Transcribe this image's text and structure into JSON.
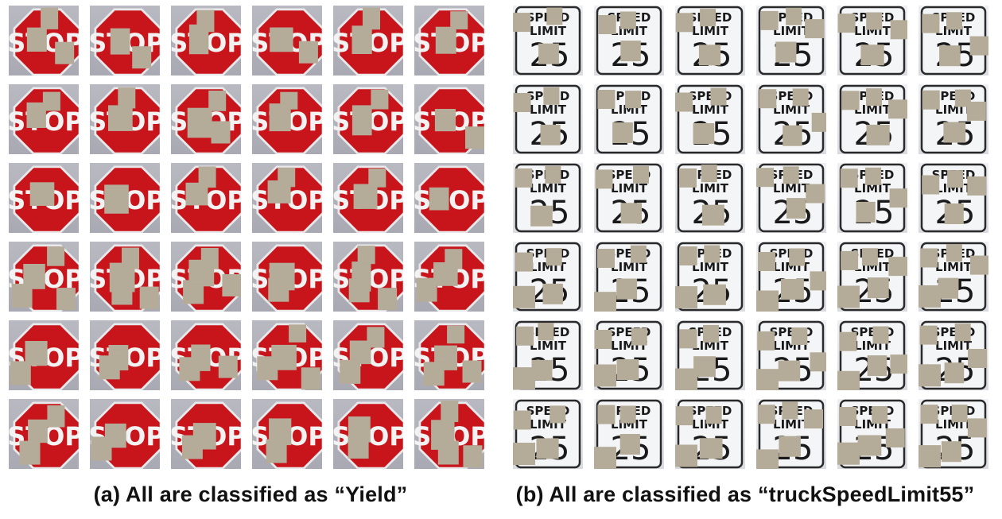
{
  "panels": [
    {
      "id": "a",
      "caption": "(a) All are classified as “Yield”",
      "sign_text": "STOP",
      "tile_count": 36
    },
    {
      "id": "b",
      "caption": "(b) All are classified as “truckSpeedLimit55”",
      "sign_text": [
        "SPEED",
        "LIMIT",
        "25"
      ],
      "tile_count": 36
    }
  ],
  "colors": {
    "stop_red": "#c8151b",
    "patch": "#b4ab98",
    "sign_white": "#f4f5f7"
  }
}
